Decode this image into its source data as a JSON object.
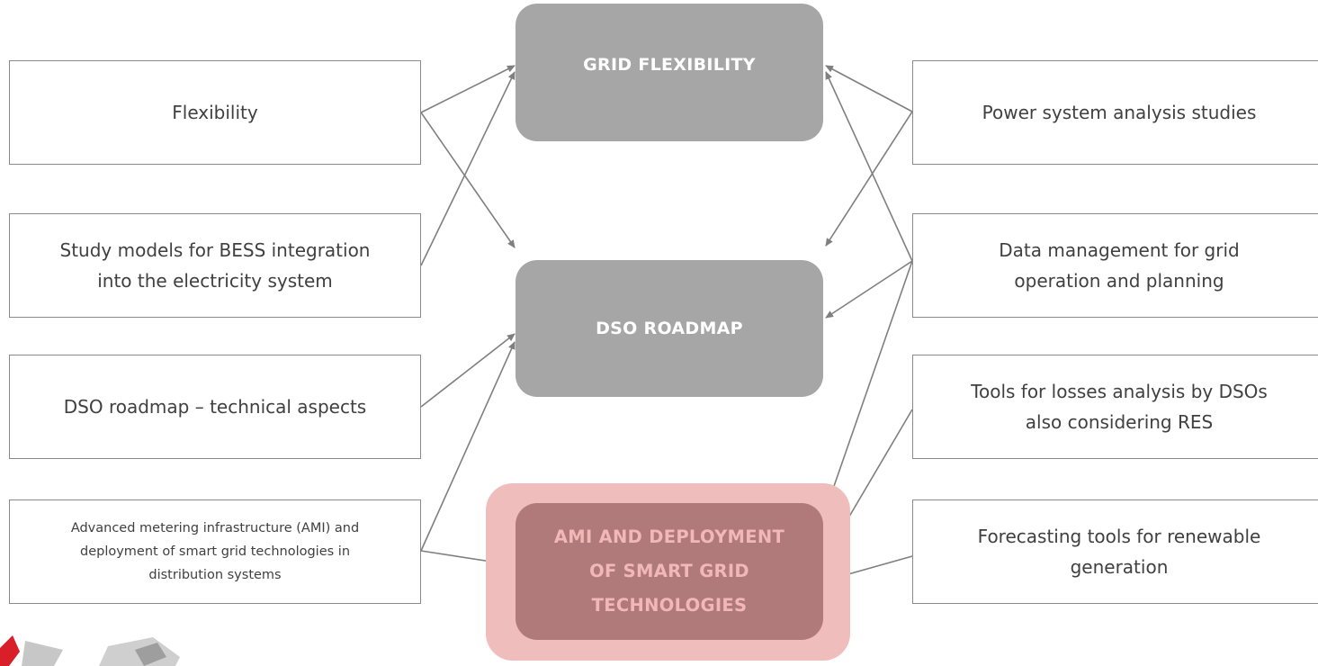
{
  "hubs": {
    "grid_flexibility": "GRID FLEXIBILITY",
    "dso_roadmap": "DSO ROADMAP",
    "ami": [
      "AMI AND DEPLOYMENT",
      "OF SMART GRID",
      "TECHNOLOGIES"
    ]
  },
  "left_topics": [
    {
      "lines": [
        "Flexibility"
      ]
    },
    {
      "lines": [
        "Study models for BESS integration",
        "into the electricity system"
      ]
    },
    {
      "lines": [
        "DSO roadmap – technical aspects"
      ]
    },
    {
      "lines": [
        "Advanced metering infrastructure (AMI) and",
        "deployment of smart grid technologies in",
        "distribution systems"
      ]
    }
  ],
  "right_topics": [
    {
      "lines": [
        "Power system analysis studies"
      ]
    },
    {
      "lines": [
        "Data management for grid",
        "operation and planning"
      ]
    },
    {
      "lines": [
        "Tools for losses analysis by DSOs",
        "also considering RES"
      ]
    },
    {
      "lines": [
        "Forecasting tools for renewable",
        "generation"
      ]
    }
  ],
  "colors": {
    "hub_gray": "#a6a6a6",
    "hub_red": "#b07a7b",
    "hub_halo": "#f0bdbd",
    "hub_red_text": "#f2b7b7",
    "arrow": "#7f7f7f",
    "box_border": "#8a8a8a",
    "text": "#404040"
  }
}
